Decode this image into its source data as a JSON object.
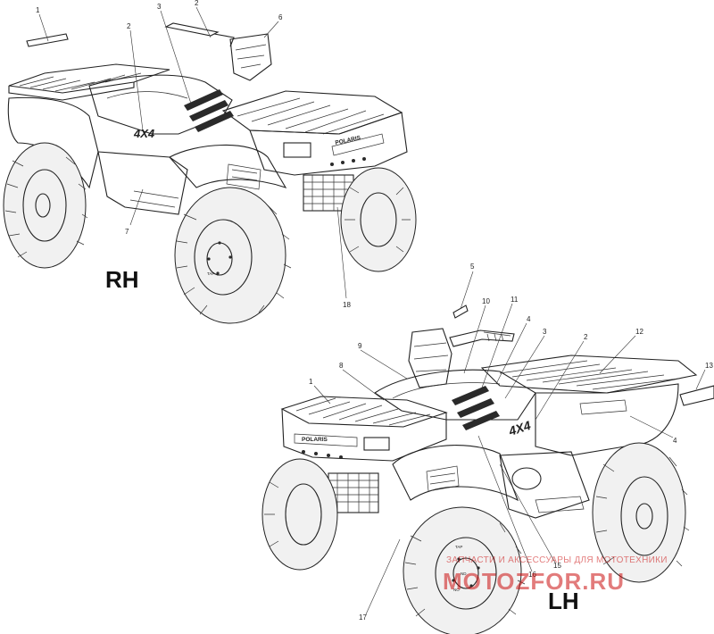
{
  "views": {
    "rh": {
      "label": "RH",
      "callouts": [
        "1",
        "2",
        "3",
        "2",
        "6",
        "7",
        "18"
      ]
    },
    "lh": {
      "label": "LH",
      "callouts": [
        "5",
        "10",
        "11",
        "4",
        "3",
        "2",
        "12",
        "13",
        "9",
        "8",
        "1",
        "4",
        "15",
        "16",
        "17"
      ]
    }
  },
  "decal_text": {
    "model": "4X4",
    "brand": "POLARIS",
    "rim_marks": [
      "TAP",
      "ND",
      "NO"
    ]
  },
  "watermark": {
    "line1": "ЗАПЧАСТИ И АКСЕССУАРЫ ДЛЯ МОТОТЕХНИКИ",
    "line2": "MOTOZFOR.RU",
    "color": "#cc1111"
  }
}
